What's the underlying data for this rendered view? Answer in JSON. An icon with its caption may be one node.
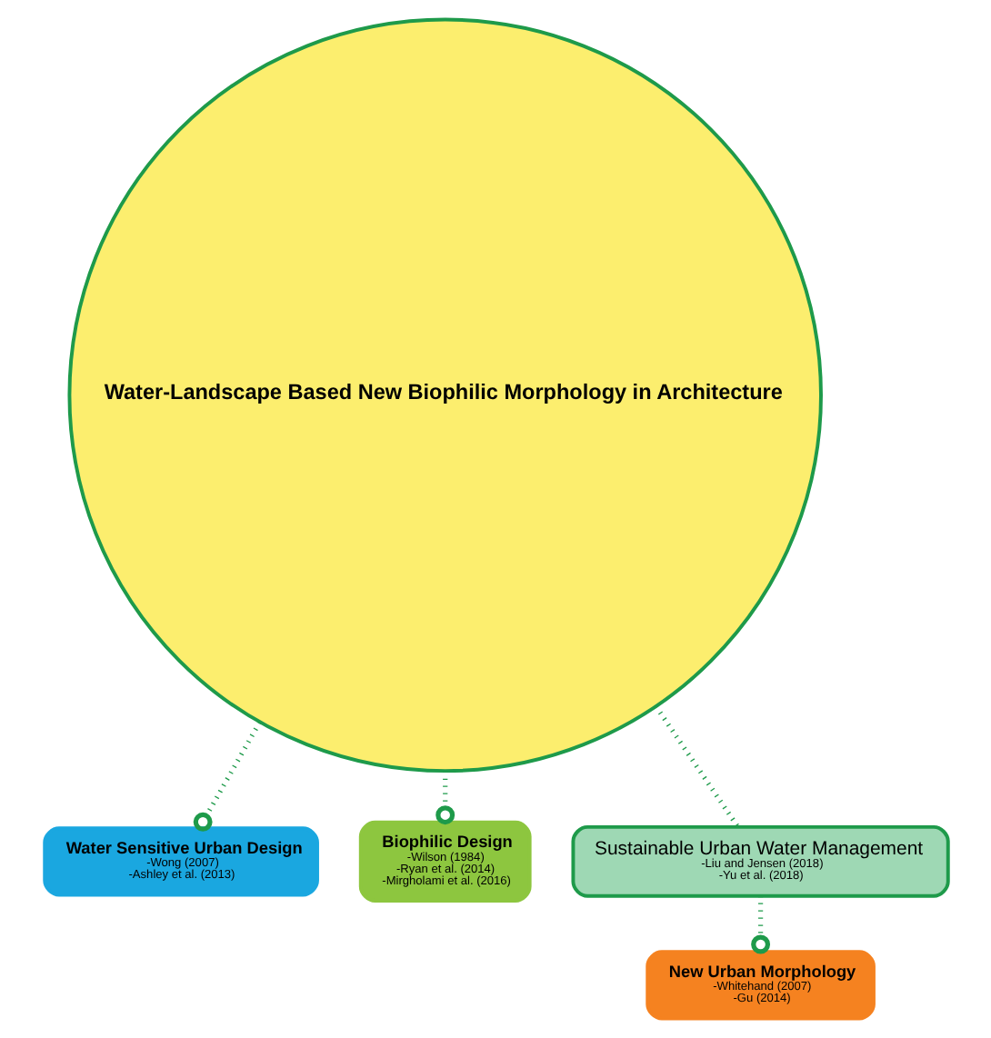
{
  "diagram": {
    "nodes": [
      {
        "text": [
          "Water-Landscape Based New Biophilic Morphology in Architecture"
        ]
      },
      {
        "text": [
          "Water Sensitive Urban Design",
          "-Wong (2007) -Ashley et al. (2013)"
        ]
      },
      {
        "text": [
          "Biophilic Design",
          "-Wilson (1984) -Ryan et al. (2014) -Mirgholami et al. (2016)"
        ]
      },
      {
        "text": [
          "Sustainable Urban Water Management",
          "-Liu and Jensen (2018) -Yu et al. (2018)"
        ]
      },
      {
        "text": [
          "New Urban Morphology",
          "-Whitehand (2007) -Gu (2014)"
        ]
      }
    ],
    "edges": [
      {
        "from": 0,
        "to": 1,
        "arrow": "other",
        "style": "dashed"
      },
      {
        "from": 0,
        "to": 2,
        "arrow": "other",
        "style": "dashed"
      },
      {
        "from": 0,
        "to": 3,
        "arrow": "none",
        "style": "dashed"
      },
      {
        "from": 3,
        "to": 4,
        "arrow": "other",
        "style": "dashed"
      }
    ]
  }
}
